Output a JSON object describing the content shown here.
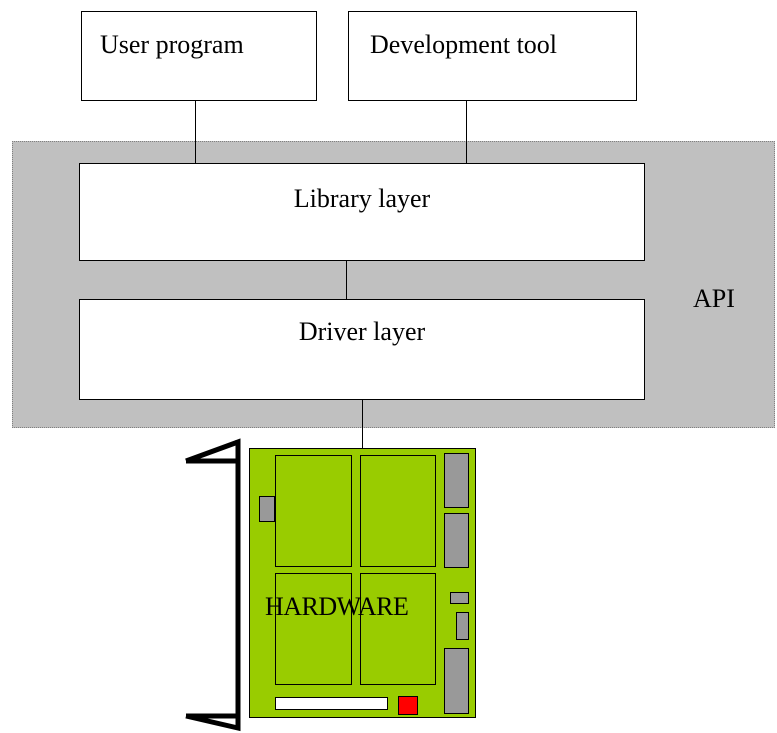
{
  "diagram": {
    "user_program": "User program",
    "development_tool": "Development tool",
    "library_layer": "Library layer",
    "driver_layer": "Driver layer",
    "api_label": "API",
    "hardware_label": "HARDWARE"
  },
  "colors": {
    "api_region": "#c0c0c0",
    "board": "#99cc00",
    "connector": "#999999",
    "led": "#ff0000"
  }
}
